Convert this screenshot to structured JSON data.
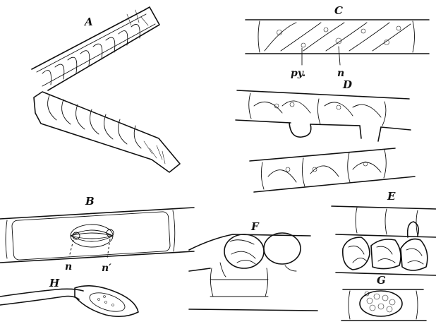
{
  "panels": {
    "A": {
      "letter": "A"
    },
    "B": {
      "letter": "B",
      "labels": [
        "n",
        "n′"
      ]
    },
    "C": {
      "letter": "C",
      "labels": [
        "py.",
        "n"
      ]
    },
    "D": {
      "letter": "D"
    },
    "E": {
      "letter": "E"
    },
    "F": {
      "letter": "F"
    },
    "G": {
      "letter": "G"
    },
    "H": {
      "letter": "H"
    }
  }
}
